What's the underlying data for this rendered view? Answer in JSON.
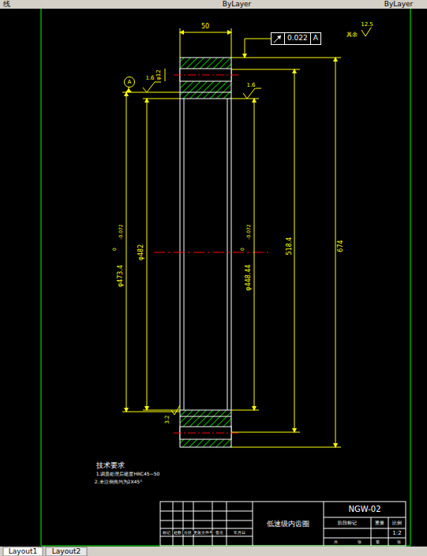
{
  "diagram": {
    "nodes": [
      {
        "text": [
          "0.022",
          "A"
        ]
      },
      {
        "text": [
          "A"
        ]
      },
      {
        "text": [
          "低速级内齿圈"
        ]
      },
      {
        "text": [
          "NGW-02"
        ]
      }
    ],
    "labels": [
      "线",
      "ByLayer",
      "ByLayer",
      "50",
      "12.5",
      "其余",
      "φ12",
      "1.6",
      "1.6",
      "φ473.4",
      "0",
      "-0.072",
      "φ482",
      "φ448.44",
      "0",
      "-0.072",
      "518.4",
      "674",
      "3.2",
      "技术要求",
      "1.调质处理后硬度HRC45~50",
      "2.未注倒角均为2X45°",
      "标记",
      "处数",
      "分区",
      "更改文件号",
      "签名",
      "年月日",
      "阶段标记",
      "重量",
      "比例",
      "1:2",
      "共",
      "张",
      "第",
      "张",
      "Layout1",
      "Layout2"
    ]
  }
}
